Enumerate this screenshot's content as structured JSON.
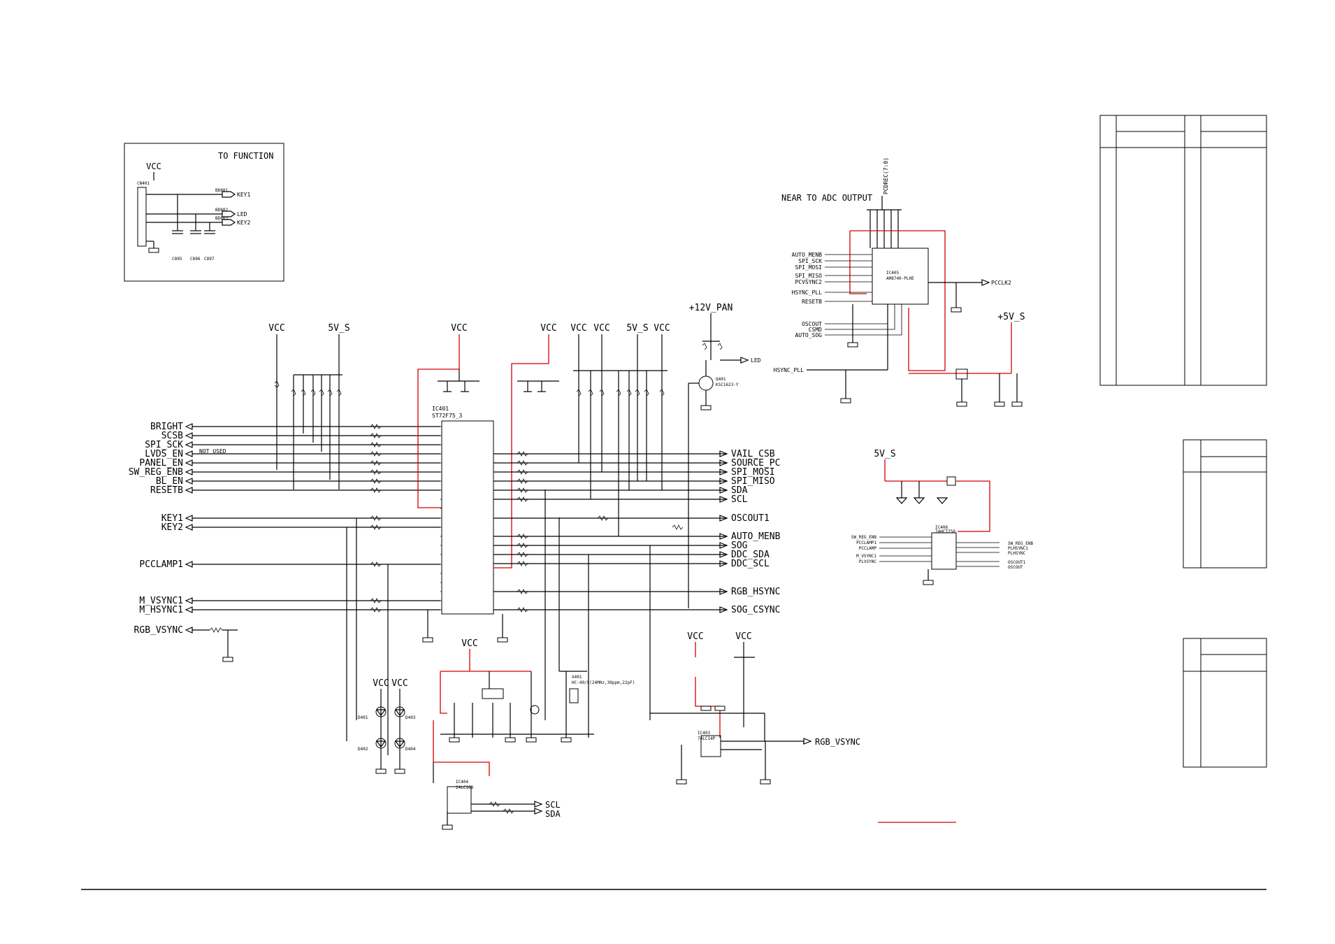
{
  "function_box": {
    "title": "TO FUNCTION",
    "rail": "VCC",
    "connector": "CN401",
    "outputs": [
      "KEY1",
      "LED",
      "KEY2"
    ],
    "beads": [
      "BD801",
      "BD802",
      "BD803"
    ],
    "caps": [
      "C895",
      "C896",
      "C897"
    ]
  },
  "rails": {
    "vcc": "VCC",
    "five_v_s": "5V_S",
    "plus12v_pan": "+12V_PAN",
    "plus5v_s": "+5V_S"
  },
  "left_signals": [
    "BRIGHT",
    "SCSB",
    "SPI_SCK",
    "LVDS_EN",
    "PANEL_EN",
    "SW_REG_ENB",
    "BL_EN",
    "RESETB",
    "KEY1",
    "KEY2",
    "PCCLAMP1",
    "M_VSYNC1",
    "M_HSYNC1",
    "RGB_VSYNC"
  ],
  "not_used": "NOT USED",
  "right_signals": [
    "VAIL_CSB",
    "SOURCE_PC",
    "SPI_MOSI",
    "SPI_MISO",
    "SDA",
    "SCL",
    "OSCOUT1",
    "AUTO_MENB",
    "SOG",
    "DDC_SDA",
    "DDC_SCL",
    "RGB_HSYNC",
    "SOG_CSYNC"
  ],
  "main_ic": {
    "ref": "IC401",
    "part": "ST72F75_3"
  },
  "led_label": "LED",
  "transistor": {
    "ref": "Q401",
    "part": "KSC1623-Y"
  },
  "adc": {
    "note": "NEAR TO ADC OUTPUT",
    "bus": "PCDREC(7:0)",
    "ref": "IC405",
    "part": "AM8740-PLHE",
    "inputs": [
      "AUTO_MENB",
      "SPI_SCK",
      "SPI_MOSI",
      "SPI_MISO",
      "PCVSYNC2",
      "HSYNC_PLL",
      "RESETB",
      "OSCOUT",
      "CSMD",
      "AUTO_SOG"
    ],
    "output": "PCCLK2",
    "hsync_in": "HSYNC_PLL"
  },
  "buffer": {
    "rail": "5V_S",
    "ref": "IC406",
    "part": "74HCT250",
    "inputs": [
      "SW_REG_ENB",
      "PCCLAMP1",
      "PCCLAMP",
      "M_VSYNC1",
      "PLVSYNC"
    ],
    "outputs": [
      "SW_REG_ENB",
      "PLHSYNC1",
      "PLHSYNC",
      "OSCOUT1",
      "OSCOUT"
    ]
  },
  "eeprom": {
    "ref": "IC404",
    "part": "24LC16B",
    "signals": [
      "SCL",
      "SDA"
    ]
  },
  "sync_ic": {
    "ref": "IC403",
    "part": "74LC14P",
    "output": "RGB_VSYNC"
  },
  "crystal": {
    "ref": "X401",
    "part": "HC-49/S(24MHz,30ppm,22pF)"
  },
  "diodes": [
    "D401",
    "D402",
    "D403",
    "D404"
  ],
  "title_block": {
    "rows": 3
  }
}
